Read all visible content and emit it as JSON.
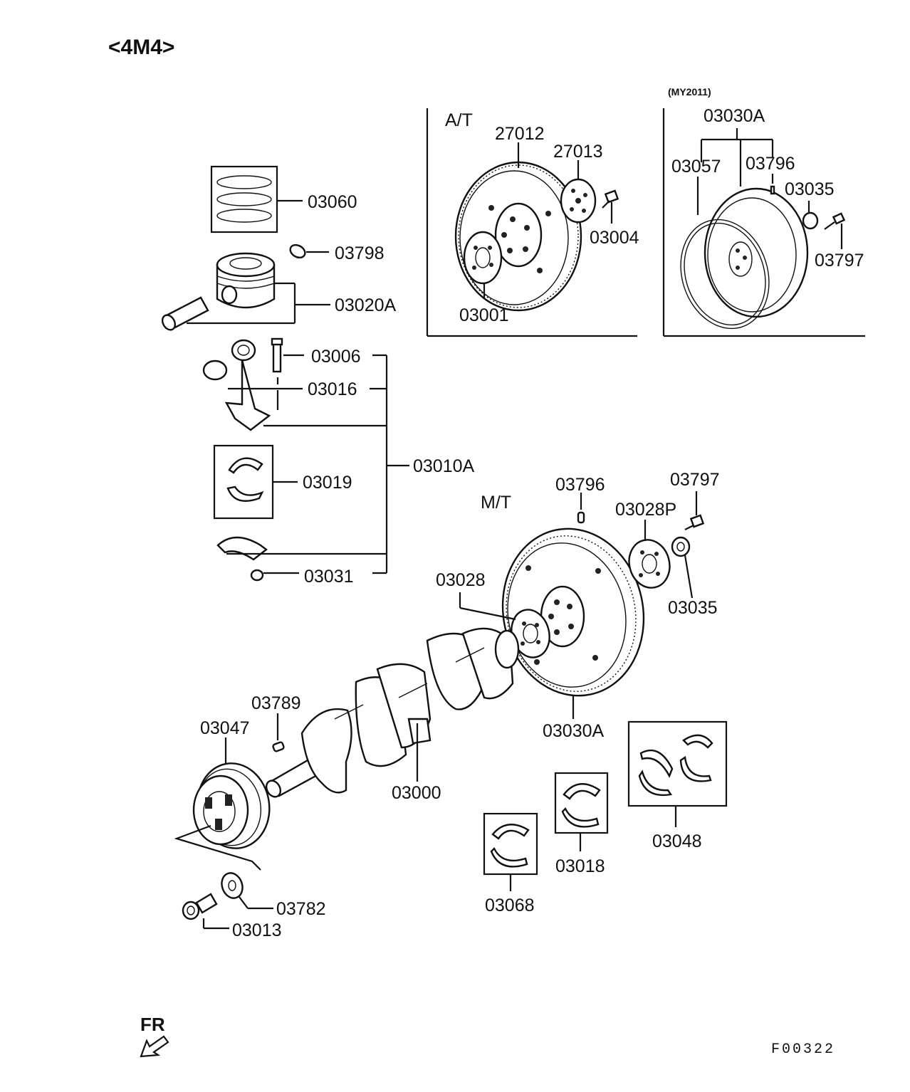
{
  "diagram": {
    "title": "<4M4>",
    "figure_code": "F00322",
    "direction_label": "FR",
    "sections": {
      "auto_trans": "A/T",
      "manual_trans": "M/T",
      "model_year": "(MY2011)"
    },
    "part_labels": {
      "p03060": "03060",
      "p03798": "03798",
      "p03020A": "03020A",
      "p03006": "03006",
      "p03016": "03016",
      "p03010A": "03010A",
      "p03019": "03019",
      "p03031": "03031",
      "p27012": "27012",
      "p27013": "27013",
      "p03004": "03004",
      "p03001": "03001",
      "p03030A_top": "03030A",
      "p03057": "03057",
      "p03796_top": "03796",
      "p03035_top": "03035",
      "p03797_top": "03797",
      "p03796": "03796",
      "p03797": "03797",
      "p03028P": "03028P",
      "p03035": "03035",
      "p03028": "03028",
      "p03030A": "03030A",
      "p03789": "03789",
      "p03047": "03047",
      "p03000": "03000",
      "p03048": "03048",
      "p03018": "03018",
      "p03068": "03068",
      "p03782": "03782",
      "p03013": "03013"
    }
  }
}
